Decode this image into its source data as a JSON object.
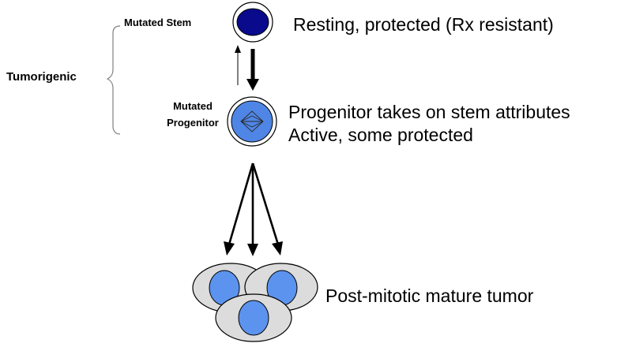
{
  "labels": {
    "group": "Tumorigenic",
    "stem_name": "Mutated Stem",
    "progenitor_name_line1": "Mutated",
    "progenitor_name_line2": "Progenitor"
  },
  "descriptions": {
    "stem": "Resting, protected (Rx resistant)",
    "progenitor_line1": "Progenitor takes on stem attributes",
    "progenitor_line2": "Active, some protected",
    "tumor": "Post-mitotic mature tumor"
  },
  "colors": {
    "stem_nucleus": "#0a0a8c",
    "progenitor_nucleus": "#4f86e6",
    "tumor_cell_body": "#dcdcdc",
    "tumor_nucleus": "#5c93ee",
    "outline": "#000000",
    "arrow": "#000000"
  },
  "icons": {
    "progenitor_mark": "mitotic-spindle-icon"
  }
}
